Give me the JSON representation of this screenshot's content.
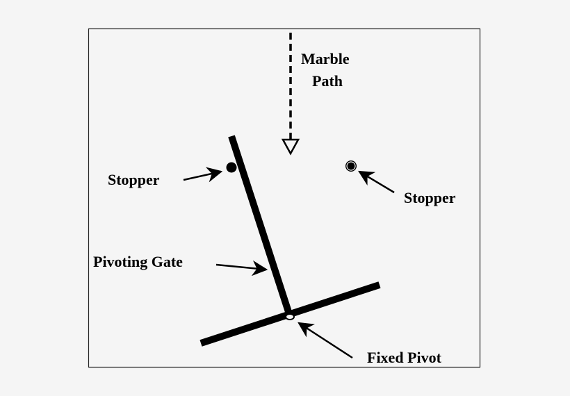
{
  "labels": {
    "marble_path_line1": "Marble",
    "marble_path_line2": "Path",
    "stopper_left": "Stopper",
    "stopper_right": "Stopper",
    "pivoting_gate": "Pivoting Gate",
    "fixed_pivot": "Fixed Pivot"
  },
  "colors": {
    "background": "#f5f5f5",
    "ink": "#000000",
    "frame": "#222222"
  }
}
